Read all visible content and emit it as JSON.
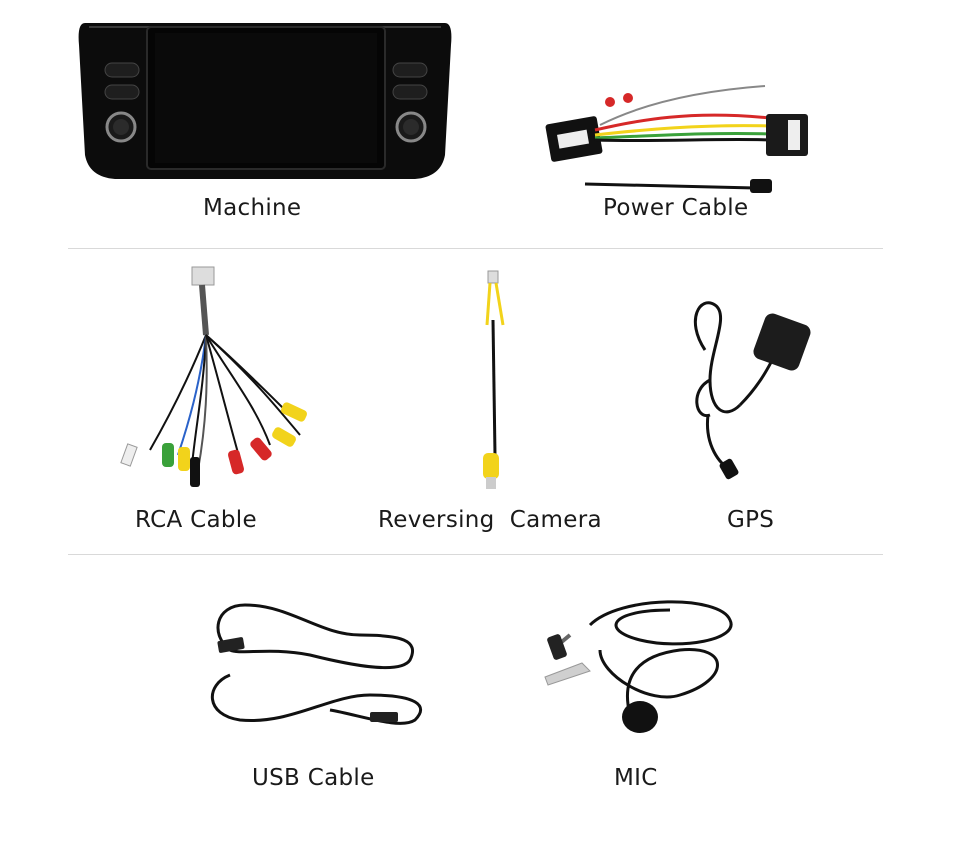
{
  "items": {
    "machine": {
      "label": "Machine"
    },
    "power_cable": {
      "label": "Power Cable"
    },
    "rca_cable": {
      "label": "RCA Cable"
    },
    "reversing_camera": {
      "label": "Reversing  Camera"
    },
    "gps": {
      "label": "GPS"
    },
    "usb_cable": {
      "label": "USB Cable"
    },
    "mic": {
      "label": "MIC"
    }
  },
  "colors": {
    "divider": "#d9d9d9",
    "text": "#1a1a1a",
    "device_body": "#0c0c0c",
    "cable": "#111111",
    "accent_yellow": "#f2d31b",
    "accent_red": "#d62828",
    "accent_green": "#3aa13a"
  }
}
